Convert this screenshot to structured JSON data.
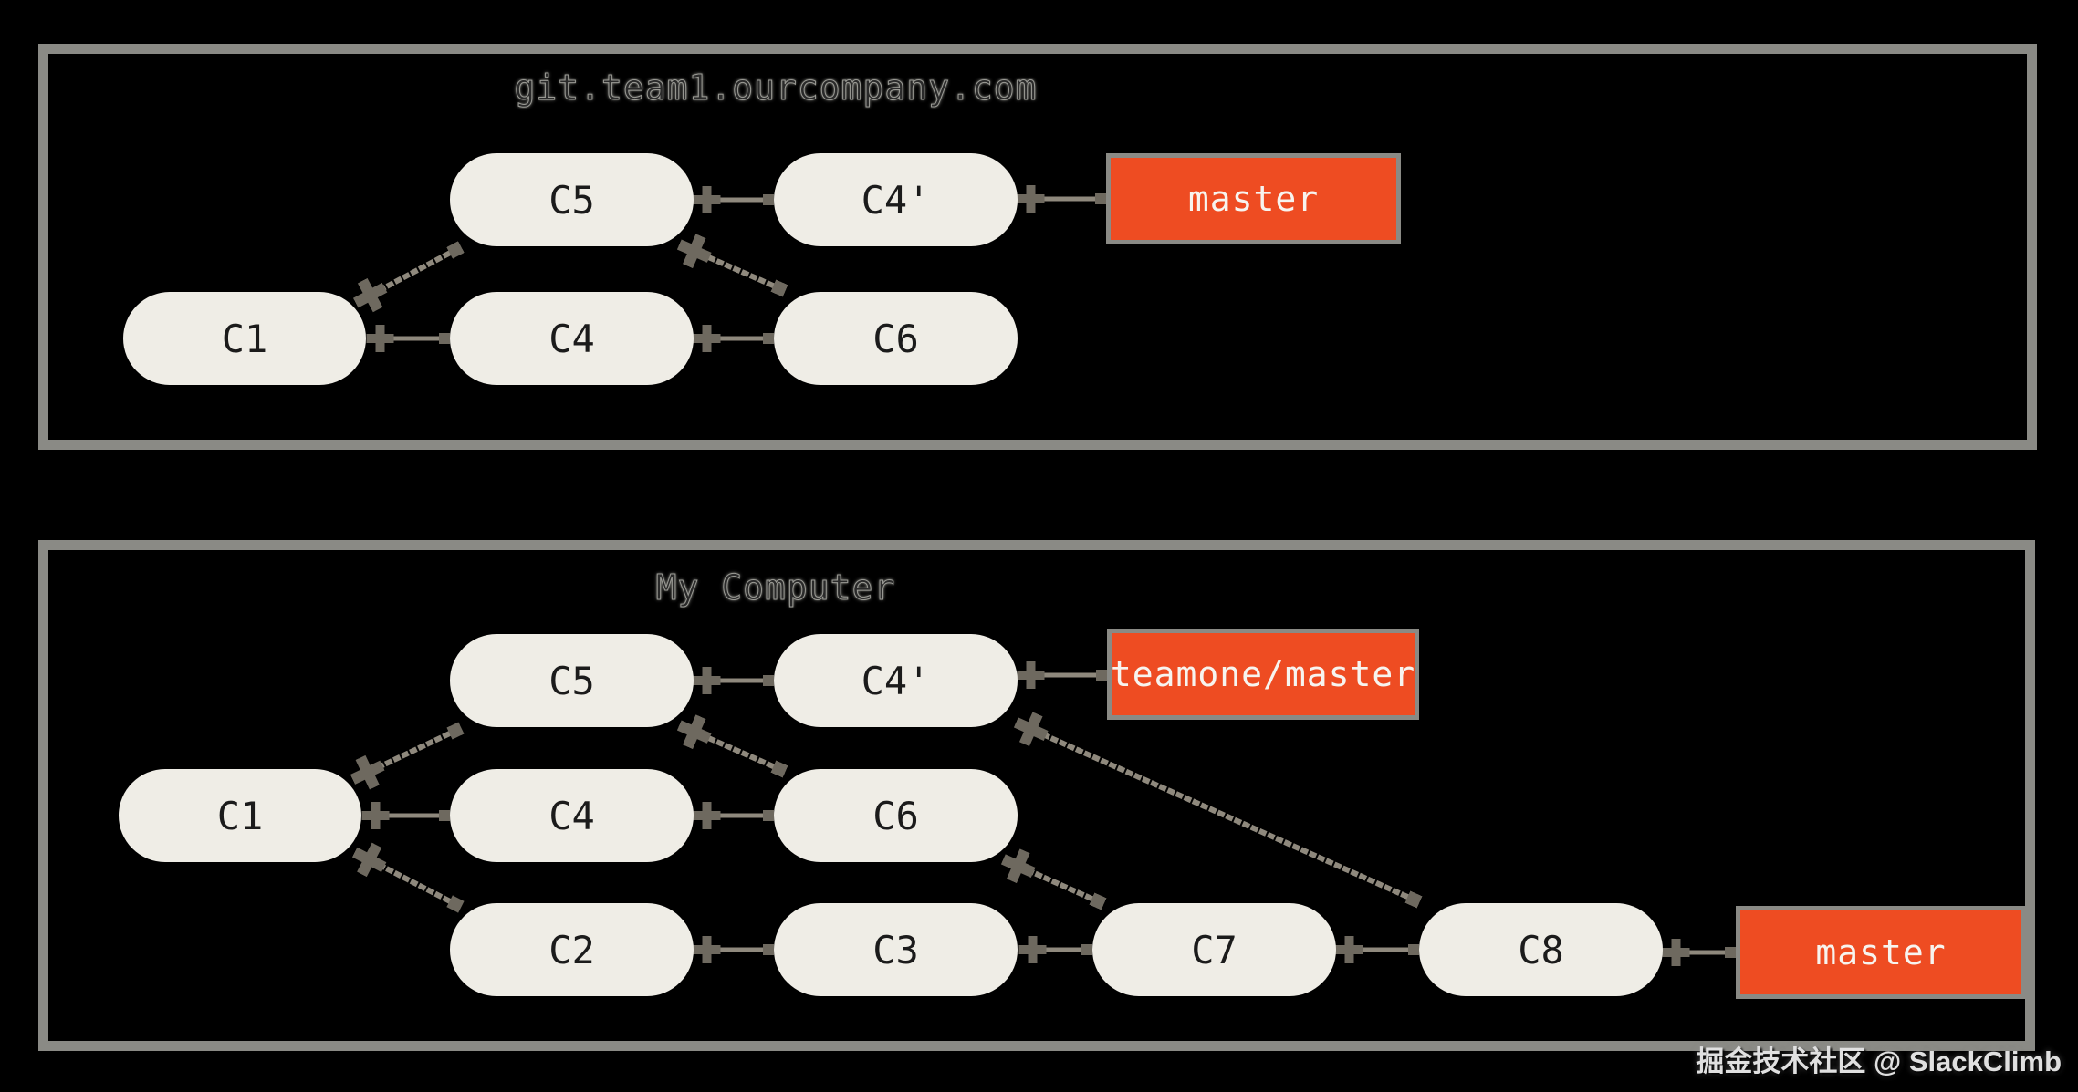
{
  "panels": [
    {
      "title": "git.team1.ourcompany.com",
      "nodes": [
        {
          "label": "C5"
        },
        {
          "label": "C4'"
        },
        {
          "label": "C1"
        },
        {
          "label": "C4"
        },
        {
          "label": "C6"
        }
      ],
      "branches": [
        {
          "label": "master"
        }
      ],
      "edges": [
        {
          "from": "C4",
          "to": "C1"
        },
        {
          "from": "C5",
          "to": "C1"
        },
        {
          "from": "C6",
          "to": "C4"
        },
        {
          "from": "C6",
          "to": "C5"
        },
        {
          "from": "C4'",
          "to": "C5"
        },
        {
          "from": "master",
          "to": "C4'"
        }
      ]
    },
    {
      "title": "My Computer",
      "nodes": [
        {
          "label": "C5"
        },
        {
          "label": "C4'"
        },
        {
          "label": "C1"
        },
        {
          "label": "C4"
        },
        {
          "label": "C6"
        },
        {
          "label": "C2"
        },
        {
          "label": "C3"
        },
        {
          "label": "C7"
        },
        {
          "label": "C8"
        }
      ],
      "branches": [
        {
          "label": "teamone/master"
        },
        {
          "label": "master"
        }
      ],
      "edges": [
        {
          "from": "C4",
          "to": "C1"
        },
        {
          "from": "C5",
          "to": "C1"
        },
        {
          "from": "C2",
          "to": "C1"
        },
        {
          "from": "C6",
          "to": "C4"
        },
        {
          "from": "C6",
          "to": "C5"
        },
        {
          "from": "C4'",
          "to": "C5"
        },
        {
          "from": "teamone/master",
          "to": "C4'"
        },
        {
          "from": "C3",
          "to": "C2"
        },
        {
          "from": "C7",
          "to": "C3"
        },
        {
          "from": "C7",
          "to": "C6"
        },
        {
          "from": "C8",
          "to": "C7"
        },
        {
          "from": "C8",
          "to": "C4'"
        },
        {
          "from": "master",
          "to": "C8"
        }
      ]
    }
  ],
  "watermark": "掘金技术社区 @ SlackClimb",
  "colors": {
    "background": "#000000",
    "panel_border": "#8a8a85",
    "node_fill": "#efede6",
    "node_text": "#1b1b1b",
    "branch_fill": "#ee4c22",
    "branch_text": "#f7f4ef",
    "edge": "#8f897d",
    "arrowhead": "#6e695f",
    "title_text": "#2a2a2a",
    "watermark_text": "#e0e0e0"
  }
}
